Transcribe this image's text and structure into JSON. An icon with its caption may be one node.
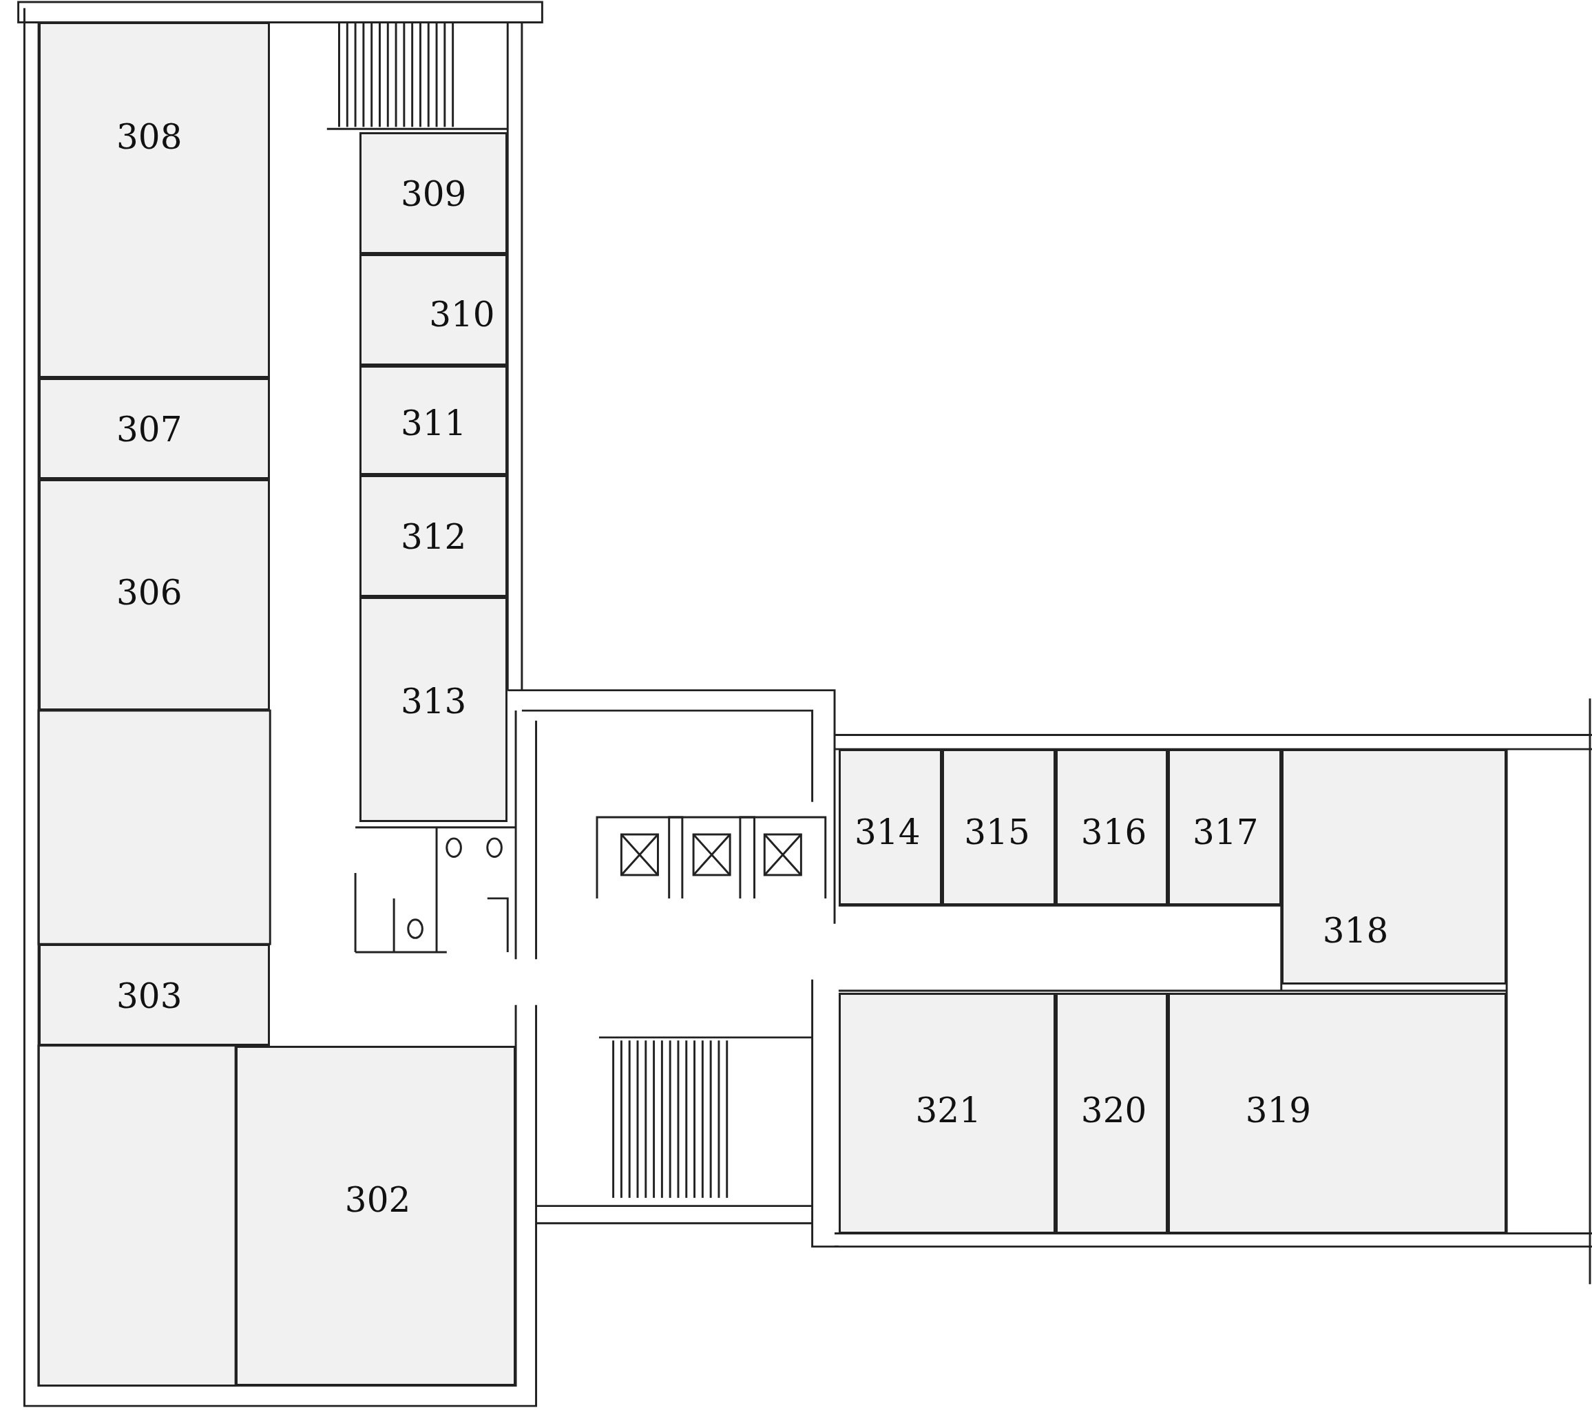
{
  "diagram": {
    "nodes": [
      {
        "text": [
          "308"
        ]
      },
      {
        "text": [
          "307"
        ]
      },
      {
        "text": [
          "306"
        ]
      },
      {
        "text": [
          "303"
        ]
      },
      {
        "text": [
          "302"
        ]
      },
      {
        "text": [
          "309"
        ]
      },
      {
        "text": [
          "310"
        ]
      },
      {
        "text": [
          "311"
        ]
      },
      {
        "text": [
          "312"
        ]
      },
      {
        "text": [
          "313"
        ]
      },
      {
        "text": [
          "314"
        ]
      },
      {
        "text": [
          "315"
        ]
      },
      {
        "text": [
          "316"
        ]
      },
      {
        "text": [
          "317"
        ]
      },
      {
        "text": [
          "318"
        ]
      },
      {
        "text": [
          "321"
        ]
      },
      {
        "text": [
          "320"
        ]
      },
      {
        "text": [
          "319"
        ]
      }
    ]
  }
}
